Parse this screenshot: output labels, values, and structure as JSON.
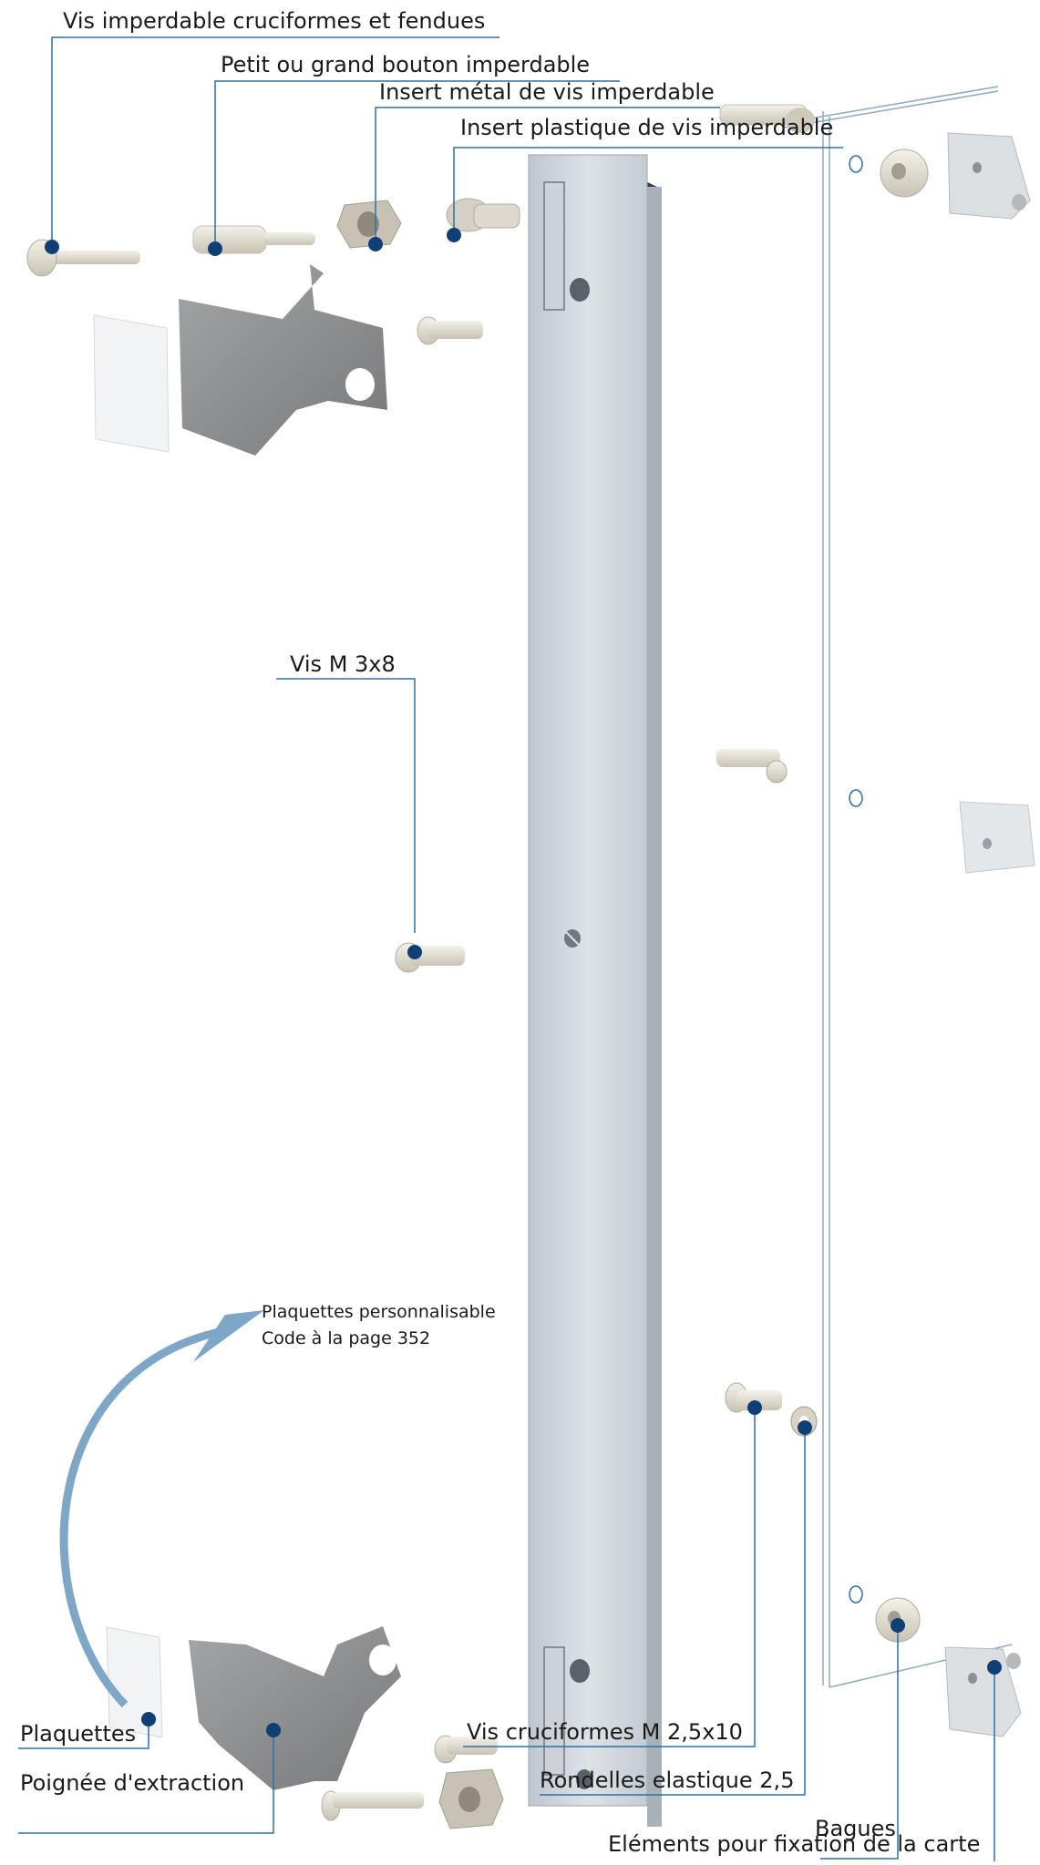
{
  "labels": {
    "captive_screws": "Vis imperdable cruciformes et fendues",
    "knob": "Petit ou grand bouton imperdable",
    "metal_insert": "Insert métal de vis imperdable",
    "plastic_insert": "Insert plastique de vis imperdable",
    "screw_m3x8": "Vis M 3x8",
    "custom_plates_line1": "Plaquettes personnalisable",
    "custom_plates_line2": "Code à la page  352",
    "plates": "Plaquettes",
    "extraction_handle": "Poignée d'extraction",
    "cross_screws": "Vis cruciformes M 2,5x10",
    "washers": "Rondelles elastique 2,5",
    "rings": "Bagues",
    "card_fixing": "Eléments pour fixation de la carte"
  },
  "colors": {
    "leader_line": "#2f6fa8",
    "dot": "#0f3f74",
    "arrow": "#7ea6c6",
    "panel_face": "#d0d7df",
    "panel_edge": "#3a3f45",
    "part_grey": "#8c8e90",
    "screw": "#e2ddd2"
  }
}
